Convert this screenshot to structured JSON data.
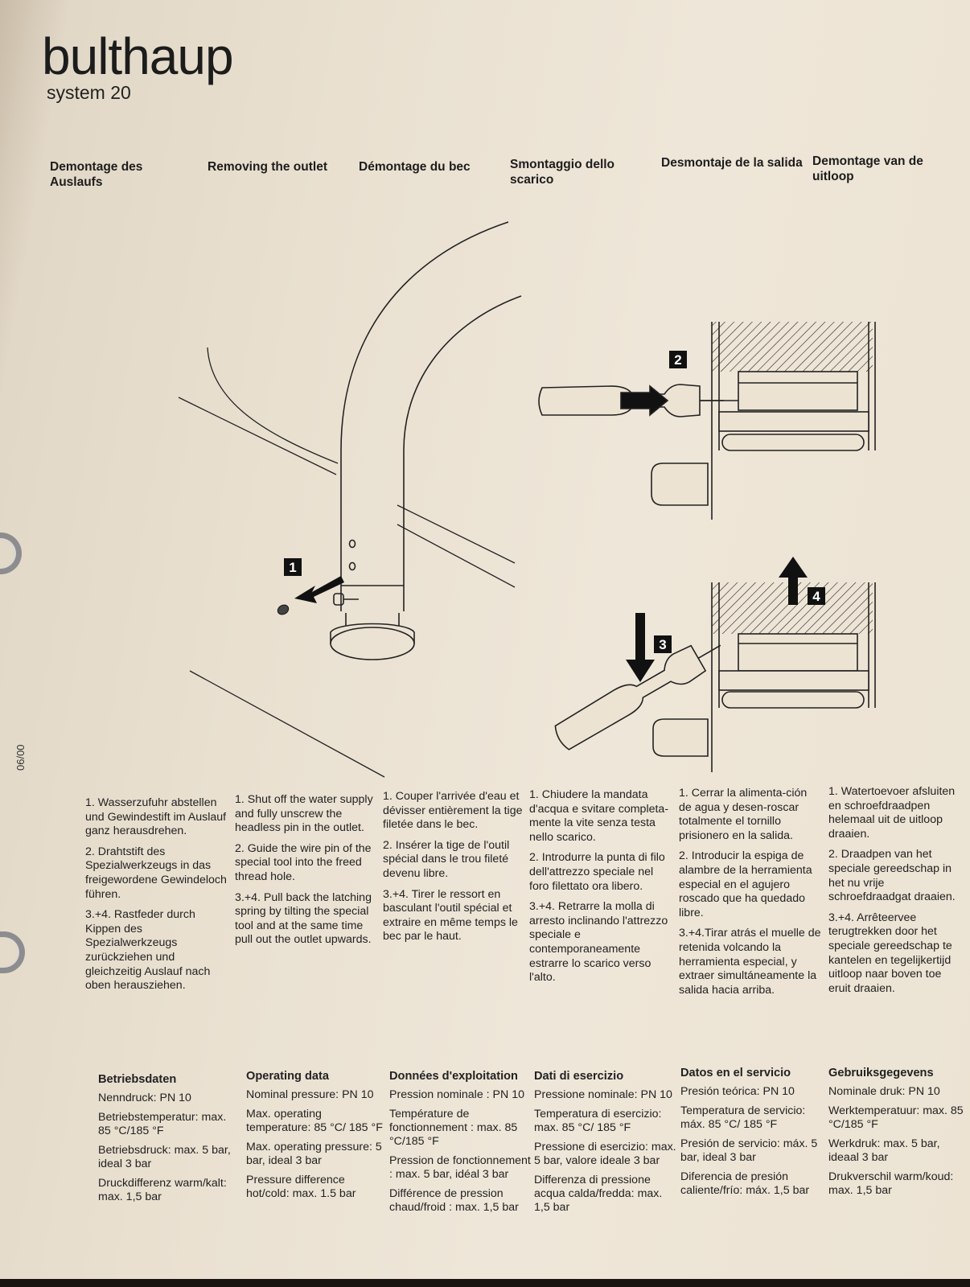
{
  "header": {
    "brand": "bulthaup",
    "subtitle": "system 20"
  },
  "edge_label": "06/00",
  "columns": [
    {
      "heading": "Demontage des Auslaufs",
      "steps": [
        "1. Wasserzufuhr abstellen und Gewindestift im Auslauf ganz herausdrehen.",
        "2. Drahtstift des Spezialwerkzeugs in das freigewordene Gewindeloch führen.",
        "3.+4. Rastfeder durch Kippen des Spezialwerkzeugs zurückziehen und gleichzeitig Auslauf nach oben herausziehen."
      ],
      "data_title": "Betriebsdaten",
      "data": [
        "Nenndruck: PN 10",
        "Betriebstemperatur: max. 85 °C/185 °F",
        "Betriebsdruck: max. 5 bar, ideal 3 bar",
        "Druckdifferenz warm/kalt: max. 1,5 bar"
      ]
    },
    {
      "heading": "Removing the outlet",
      "steps": [
        "1. Shut off the water supply and fully unscrew the headless pin in the outlet.",
        "2. Guide the wire pin of the special tool into the freed thread hole.",
        "3.+4. Pull back the latching spring by tilting the special tool and at the same time pull out the outlet upwards."
      ],
      "data_title": "Operating data",
      "data": [
        "Nominal pressure: PN 10",
        "Max. operating temperature: 85 °C/ 185 °F",
        "Max. operating pressure: 5 bar, ideal 3 bar",
        "Pressure difference hot/cold: max. 1.5 bar"
      ]
    },
    {
      "heading": "Démontage du bec",
      "steps": [
        "1. Couper l'arrivée d'eau et dévisser entièrement la tige filetée dans le bec.",
        "2. Insérer la tige de l'outil spécial dans le trou fileté devenu libre.",
        "3.+4. Tirer le ressort en basculant l'outil spécial et extraire en même temps le bec par le haut."
      ],
      "data_title": "Données d'exploitation",
      "data": [
        "Pression nominale : PN 10",
        "Température de fonctionnement : max. 85 °C/185 °F",
        "Pression de fonctionnement : max. 5 bar, idéal 3 bar",
        "Différence de pression chaud/froid : max. 1,5 bar"
      ]
    },
    {
      "heading": "Smontaggio dello scarico",
      "steps": [
        "1. Chiudere la mandata d'acqua e svitare completa-mente la vite senza testa nello scarico.",
        "2. Introdurre la punta di filo dell'attrezzo speciale nel foro filettato ora libero.",
        "3.+4. Retrarre la molla di arresto inclinando l'attrezzo speciale e contemporaneamente estrarre lo scarico verso l'alto."
      ],
      "data_title": "Dati di esercizio",
      "data": [
        "Pressione nominale: PN 10",
        "Temperatura di esercizio: max. 85 °C/ 185 °F",
        "Pressione di esercizio: max. 5 bar, valore ideale 3 bar",
        "Differenza di pressione acqua calda/fredda: max. 1,5 bar"
      ]
    },
    {
      "heading": "Desmontaje de la salida",
      "steps": [
        "1. Cerrar la alimenta-ción de agua y desen-roscar totalmente el tornillo prisionero en la salida.",
        "2. Introducir la espiga de alambre de la herramienta especial en el agujero roscado que ha quedado libre.",
        "3.+4.Tirar atrás el muelle de retenida volcando la herramienta especial, y extraer simultáneamente la salida hacia arriba."
      ],
      "data_title": "Datos en el servicio",
      "data": [
        "Presión teórica: PN 10",
        "Temperatura de servicio: máx. 85 °C/ 185 °F",
        "Presión de servicio: máx. 5 bar, ideal 3 bar",
        "Diferencia de presión caliente/frío: máx. 1,5 bar"
      ]
    },
    {
      "heading": "Demontage van de uitloop",
      "steps": [
        "1. Watertoevoer afsluiten en schroefdraadpen helemaal uit de uitloop draaien.",
        "2. Draadpen van het speciale gereedschap in het nu vrije schroefdraadgat draaien.",
        "3.+4. Arrêteervee terugtrekken door het speciale gereedschap te kantelen en tegelijkertijd uitloop naar boven toe eruit draaien."
      ],
      "data_title": "Gebruiksgegevens",
      "data": [
        "Nominale druk: PN 10",
        "Werktemperatuur: max. 85 °C/185 °F",
        "Werkdruk: max. 5 bar, ideaal 3 bar",
        "Drukverschil warm/koud: max. 1,5 bar"
      ]
    }
  ],
  "diagram": {
    "step_labels": [
      "1",
      "2",
      "3",
      "4"
    ]
  }
}
